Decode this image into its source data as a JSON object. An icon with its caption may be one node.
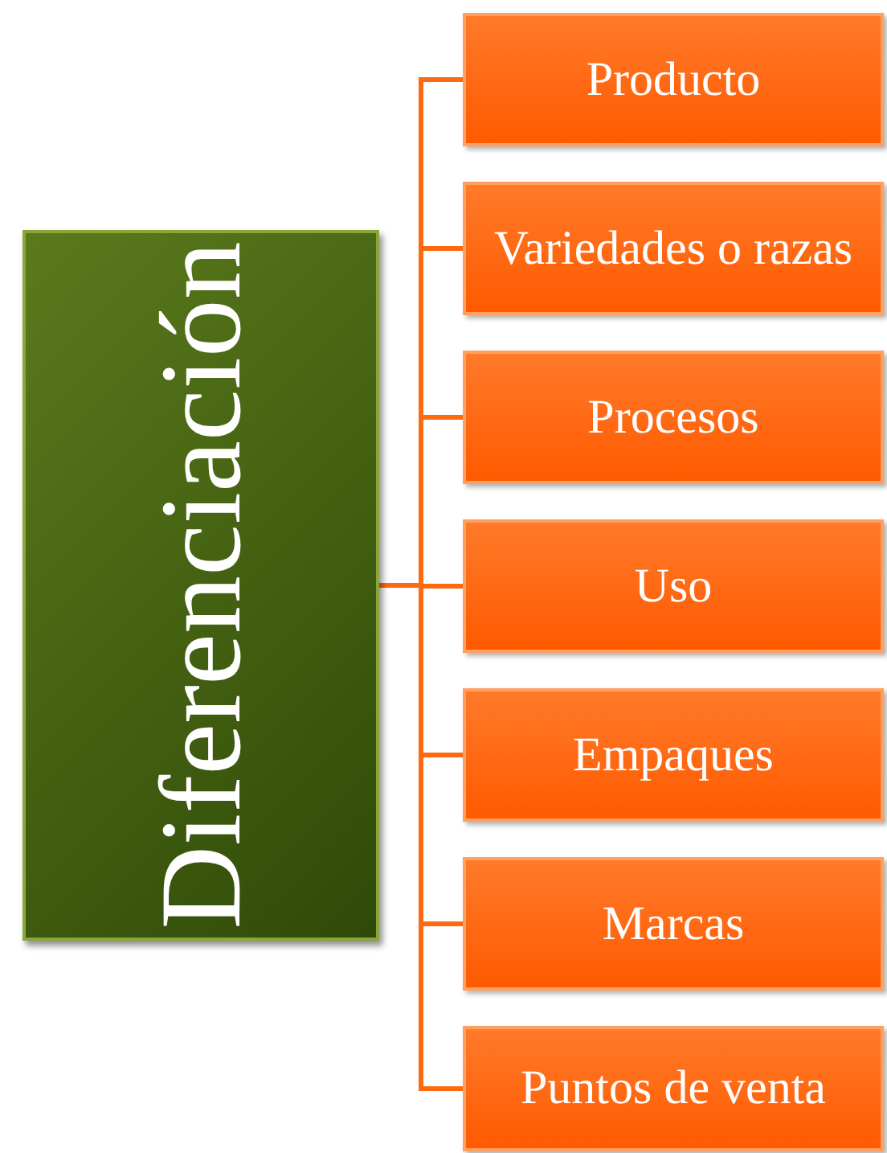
{
  "diagram": {
    "nodes": [
      {
        "text": [
          "Diferenciación"
        ]
      },
      {
        "text": [
          "Producto"
        ]
      },
      {
        "text": [
          "Variedades o razas"
        ]
      },
      {
        "text": [
          "Procesos"
        ]
      },
      {
        "text": [
          "Uso"
        ]
      },
      {
        "text": [
          "Empaques"
        ]
      },
      {
        "text": [
          "Marcas"
        ]
      },
      {
        "text": [
          "Puntos de venta"
        ]
      }
    ],
    "edges": [
      {
        "from": 0,
        "to": 1,
        "arrow": "none"
      },
      {
        "from": 0,
        "to": 2,
        "arrow": "none"
      },
      {
        "from": 0,
        "to": 3,
        "arrow": "none"
      },
      {
        "from": 0,
        "to": 4,
        "arrow": "none"
      },
      {
        "from": 0,
        "to": 5,
        "arrow": "none"
      },
      {
        "from": 0,
        "to": 6,
        "arrow": "none"
      },
      {
        "from": 0,
        "to": 7,
        "arrow": "none"
      }
    ]
  }
}
